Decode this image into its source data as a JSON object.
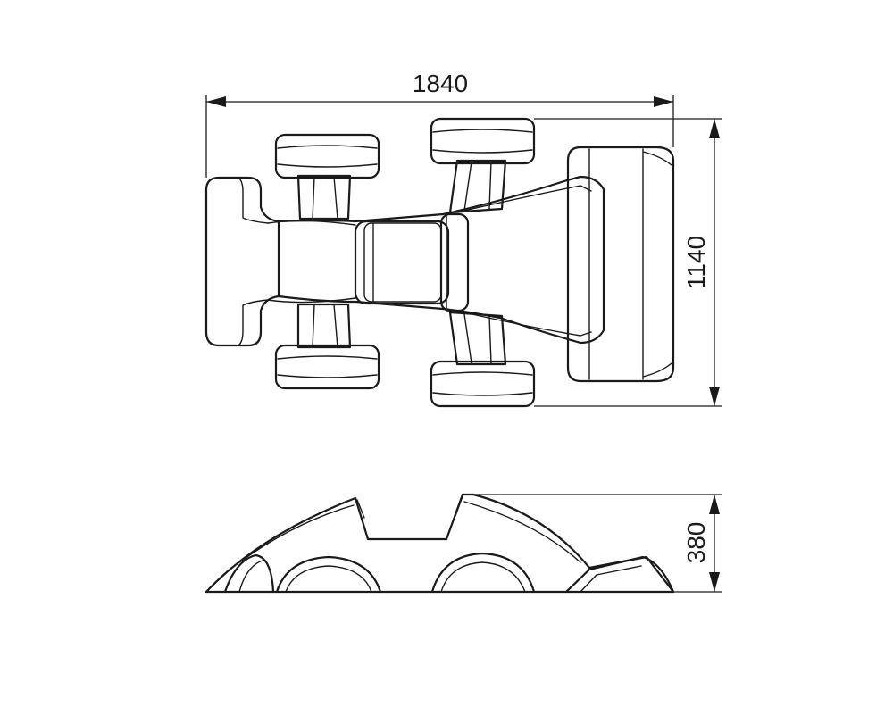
{
  "drawing": {
    "width_label": "1840",
    "height_label": "1140",
    "side_height_label": "380"
  }
}
